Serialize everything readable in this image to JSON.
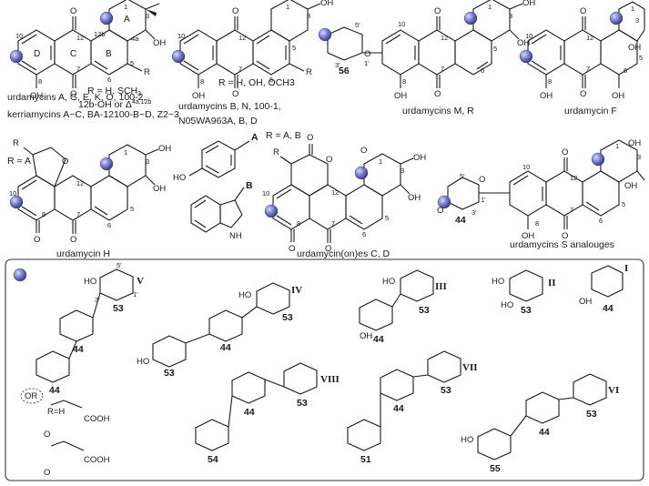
{
  "panels": {
    "p1": {
      "caption": [
        "urdamycins A, G, E, K, O, 100-2,",
        "kerriamycins A~C, BA-12100-B~D, Z2~3"
      ],
      "r_note": [
        "R = H, SCH",
        "3"
      ],
      "note2": [
        "12b-OH or Δ",
        "4a,12b"
      ],
      "rings": [
        "A",
        "B",
        "C",
        "D"
      ],
      "atoms": {
        "oh1": "OH",
        "oh2": "OH",
        "o_top": "O",
        "o_bot": "O",
        "r": "R"
      },
      "nums": [
        "1",
        "3",
        "4a",
        "5",
        "6",
        "7",
        "8",
        "10",
        "12",
        "12b"
      ]
    },
    "p2": {
      "caption": [
        "urdamycins B, N, 100-1,",
        "N05WA963A, B, D"
      ],
      "r_note": "R = H, OH, OCH3",
      "atoms": {
        "oh1": "OH",
        "oh2": "OH",
        "o_top": "O",
        "o_bot": "O",
        "r": "R"
      },
      "nums": [
        "1",
        "3",
        "5",
        "6",
        "7",
        "8",
        "10",
        "12"
      ]
    },
    "p3": {
      "caption": "urdamycins M, R",
      "sugar_label": "56",
      "atoms": {
        "oh1": "OH",
        "oh2": "OH",
        "oh3": "OH",
        "o1": "O",
        "o2": "O",
        "o3": "O",
        "o_ring": "O"
      },
      "nums": [
        "1",
        "3",
        "5",
        "6",
        "7",
        "8",
        "10",
        "12",
        "1'",
        "3'",
        "5'"
      ]
    },
    "p4": {
      "caption": "urdamycin F",
      "atoms": {
        "oh1": "OH",
        "oh2": "OH",
        "oh3": "OH",
        "o1": "O",
        "o2": "O",
        "o3": "O"
      },
      "nums": [
        "1",
        "3",
        "5",
        "6",
        "7",
        "8",
        "10",
        "12"
      ]
    },
    "p5": {
      "caption": "urdamycin H",
      "r_note": "R = A",
      "atoms": {
        "oh1": "OH",
        "oh2": "OH",
        "o1": "O",
        "o2": "O",
        "o3": "O",
        "o4": "O",
        "r": "R"
      },
      "nums": [
        "1",
        "3",
        "5",
        "6",
        "7",
        "8",
        "10",
        "12"
      ]
    },
    "p6": {
      "labels": {
        "a": "A",
        "b": "B",
        "ho": "HO",
        "nh": "NH"
      }
    },
    "p7": {
      "caption": "urdamycin(on)es C, D",
      "r_note": "R = A, B",
      "atoms": {
        "oh1": "OH",
        "oh2": "OH",
        "o1": "O",
        "o2": "O",
        "o3": "O",
        "o4": "O",
        "o5": "O",
        "r": "R"
      },
      "nums": [
        "1",
        "3",
        "5",
        "6",
        "7",
        "8",
        "10",
        "12"
      ]
    },
    "p8": {
      "caption": "urdamycins S analouges",
      "sugar_label": "44",
      "atoms": {
        "oh1": "OH",
        "oh2": "OH",
        "oh3": "OH",
        "o1": "O",
        "o2": "O",
        "o3": "O",
        "o4": "O"
      },
      "nums": [
        "1",
        "3",
        "5",
        "6",
        "7",
        "8",
        "10",
        "12",
        "1'",
        "3'",
        "5'"
      ]
    }
  },
  "sugar_box": {
    "chains": [
      {
        "roman": "V",
        "units": [
          "53",
          "44",
          "44"
        ]
      },
      {
        "roman": "IV",
        "units": [
          "53",
          "44",
          "53"
        ]
      },
      {
        "roman": "III",
        "units": [
          "53",
          "44"
        ]
      },
      {
        "roman": "II",
        "units": [
          "53"
        ]
      },
      {
        "roman": "I",
        "units": [
          "44"
        ]
      },
      {
        "roman": "VIII",
        "units": [
          "53",
          "44",
          "54"
        ]
      },
      {
        "roman": "VII",
        "units": [
          "53",
          "44",
          "51"
        ]
      },
      {
        "roman": "VI",
        "units": [
          "53",
          "44",
          "55"
        ]
      }
    ],
    "or_label": "OR",
    "r_h": "R=H",
    "cooh": "COOH",
    "ho": "HO",
    "oh": "OH",
    "o": "O",
    "num_labels": [
      "1'",
      "3'",
      "5'"
    ]
  }
}
